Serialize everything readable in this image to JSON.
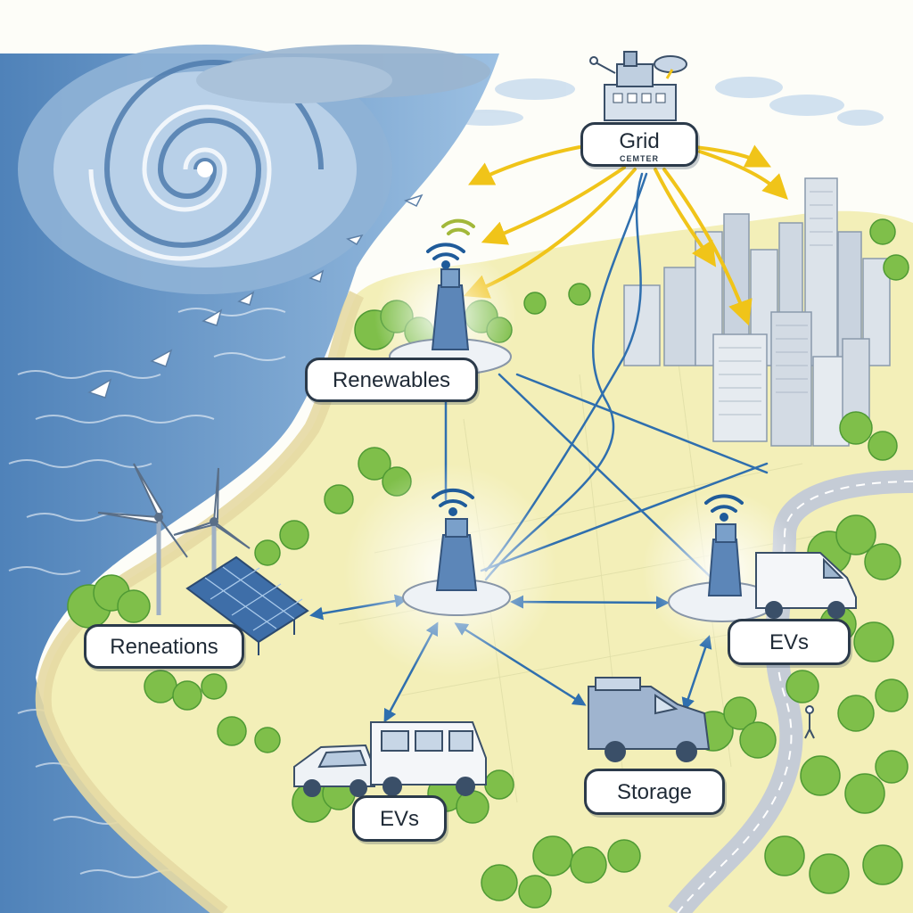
{
  "labels": {
    "grid": "Grid",
    "grid_sub": "CEMTER",
    "renewables": "Renewables",
    "reneations": "Reneations",
    "evs_right": "EVs",
    "evs_bottom": "EVs",
    "storage": "Storage"
  },
  "icons": {
    "hurricane": "hurricane-icon",
    "wind_turbine": "wind-turbine-icon",
    "solar_panel": "solar-panel-icon",
    "tower": "comm-tower-icon",
    "wifi": "wifi-signal-icon",
    "vehicle": "ev-van-icon",
    "city": "city-skyline-icon",
    "grid_center": "grid-center-building-icon"
  },
  "colors": {
    "ocean": "#5b8fc4",
    "ocean_light": "#a9c9e6",
    "land": "#f3efb8",
    "land_edge": "#e6d9a3",
    "trees": "#7fbf4a",
    "tree_dark": "#4f9a34",
    "link_blue": "#2f6fae",
    "link_yellow": "#f0c419",
    "tower": "#5c86b8",
    "city": "#c9d3df",
    "label_border": "#2b3a4a"
  }
}
